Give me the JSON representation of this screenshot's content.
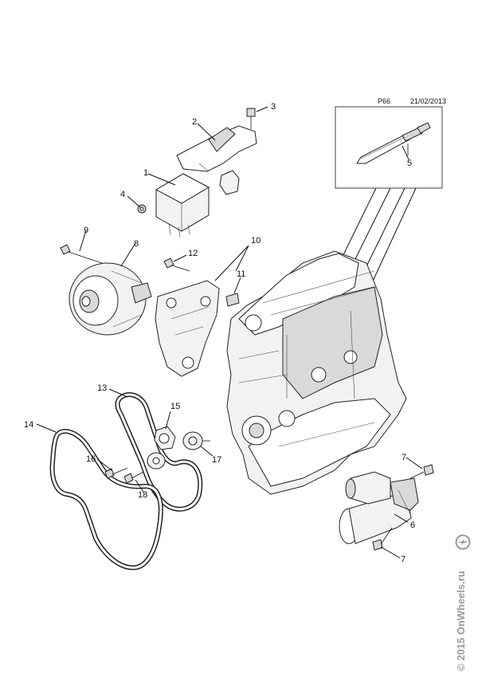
{
  "header": {
    "page_code": "P66",
    "date": "21/02/2013"
  },
  "callouts": [
    {
      "id": "1",
      "text": "1"
    },
    {
      "id": "2",
      "text": "2"
    },
    {
      "id": "3",
      "text": "3"
    },
    {
      "id": "4",
      "text": "4"
    },
    {
      "id": "5",
      "text": "5"
    },
    {
      "id": "6",
      "text": "6"
    },
    {
      "id": "7a",
      "text": "7"
    },
    {
      "id": "7b",
      "text": "7"
    },
    {
      "id": "8",
      "text": "8"
    },
    {
      "id": "9",
      "text": "9"
    },
    {
      "id": "10",
      "text": "10"
    },
    {
      "id": "11",
      "text": "11"
    },
    {
      "id": "12",
      "text": "12"
    },
    {
      "id": "13",
      "text": "13"
    },
    {
      "id": "14",
      "text": "14"
    },
    {
      "id": "15",
      "text": "15"
    },
    {
      "id": "16",
      "text": "16"
    },
    {
      "id": "17",
      "text": "17"
    },
    {
      "id": "18",
      "text": "18"
    }
  ],
  "watermark": {
    "text": "© 2015 OnWheels.ru",
    "logo": "opel-logo-icon"
  },
  "colors": {
    "line": "#111111",
    "watermark": "#9a9a9a"
  }
}
